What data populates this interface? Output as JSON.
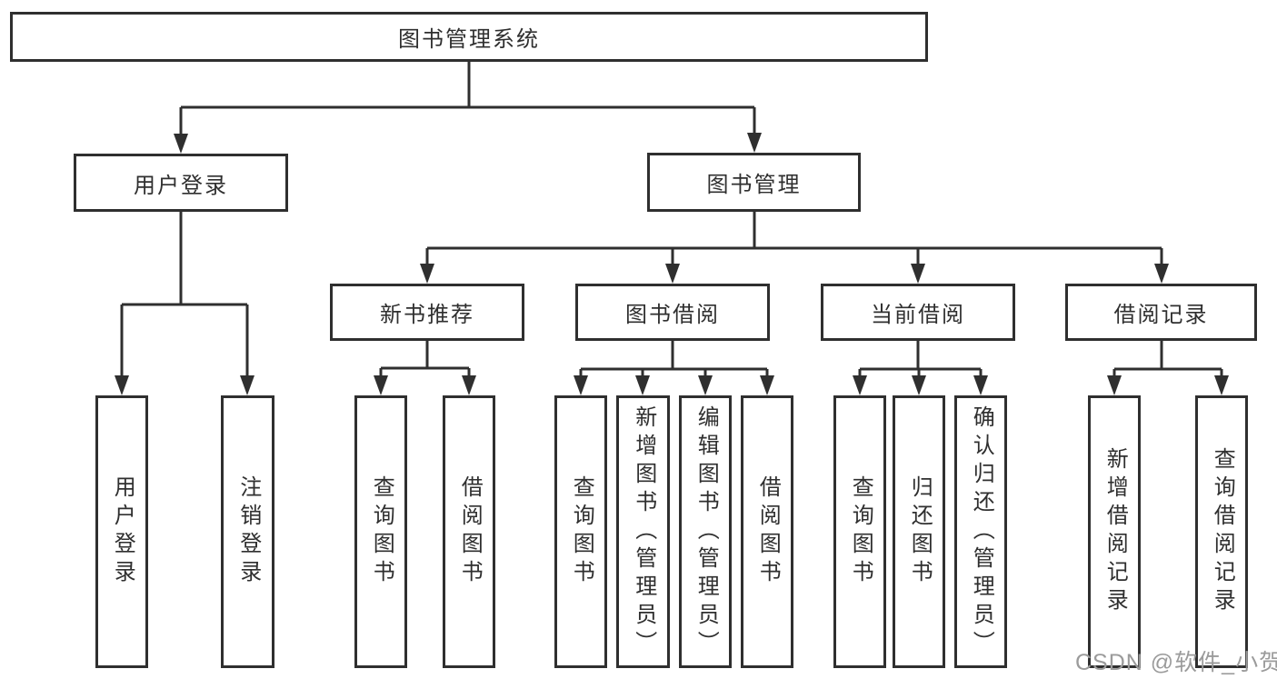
{
  "title": "图书管理系统",
  "tree": {
    "root": {
      "label": "图书管理系统",
      "children": [
        {
          "label": "用户登录",
          "children": [
            {
              "label": "用户登录"
            },
            {
              "label": "注销登录"
            }
          ]
        },
        {
          "label": "图书管理",
          "children": [
            {
              "label": "新书推荐",
              "children": [
                {
                  "label": "查询图书"
                },
                {
                  "label": "借阅图书"
                }
              ]
            },
            {
              "label": "图书借阅",
              "children": [
                {
                  "label": "查询图书"
                },
                {
                  "label": "新增图书（管理员）"
                },
                {
                  "label": "编辑图书（管理员）"
                },
                {
                  "label": "借阅图书"
                }
              ]
            },
            {
              "label": "当前借阅",
              "children": [
                {
                  "label": "查询图书"
                },
                {
                  "label": "归还图书"
                },
                {
                  "label": "确认归还（管理员）"
                }
              ]
            },
            {
              "label": "借阅记录",
              "children": [
                {
                  "label": "新增借阅记录"
                },
                {
                  "label": "查询借阅记录"
                }
              ]
            }
          ]
        }
      ]
    }
  },
  "watermark": {
    "text": "CSDN @软件_小贺同学"
  },
  "colors": {
    "line": "#2f2f2f",
    "text": "#2f2f2f",
    "background": "#ffffff",
    "watermark": "#9b9b9b"
  }
}
